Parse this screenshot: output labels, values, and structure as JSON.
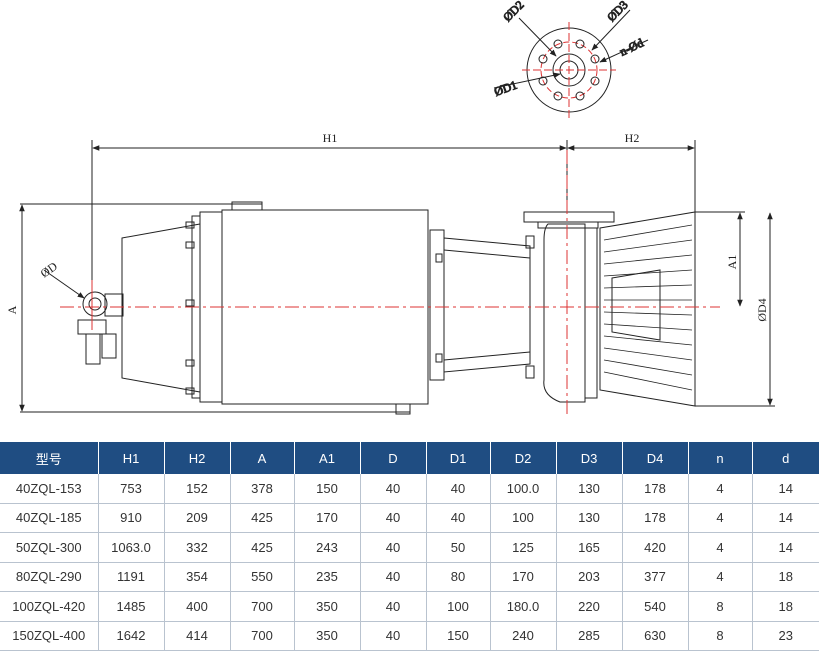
{
  "drawing": {
    "labels": {
      "h1": "H1",
      "h2": "H2",
      "a": "A",
      "a1": "A1",
      "d": "ØD",
      "d4": "ØD4",
      "d1": "ØD1",
      "d2": "ØD2",
      "d3": "ØD3",
      "nd": "n-Ød"
    }
  },
  "table": {
    "headers": [
      "型号",
      "H1",
      "H2",
      "A",
      "A1",
      "D",
      "D1",
      "D2",
      "D3",
      "D4",
      "n",
      "d"
    ],
    "rows": [
      [
        "40ZQL-153",
        "753",
        "152",
        "378",
        "150",
        "40",
        "40",
        "100.0",
        "130",
        "178",
        "4",
        "14"
      ],
      [
        "40ZQL-185",
        "910",
        "209",
        "425",
        "170",
        "40",
        "40",
        "100",
        "130",
        "178",
        "4",
        "14"
      ],
      [
        "50ZQL-300",
        "1063.0",
        "332",
        "425",
        "243",
        "40",
        "50",
        "125",
        "165",
        "420",
        "4",
        "14"
      ],
      [
        "80ZQL-290",
        "1191",
        "354",
        "550",
        "235",
        "40",
        "80",
        "170",
        "203",
        "377",
        "4",
        "18"
      ],
      [
        "100ZQL-420",
        "1485",
        "400",
        "700",
        "350",
        "40",
        "100",
        "180.0",
        "220",
        "540",
        "8",
        "18"
      ],
      [
        "150ZQL-400",
        "1642",
        "414",
        "700",
        "350",
        "40",
        "150",
        "240",
        "285",
        "630",
        "8",
        "23"
      ]
    ]
  }
}
